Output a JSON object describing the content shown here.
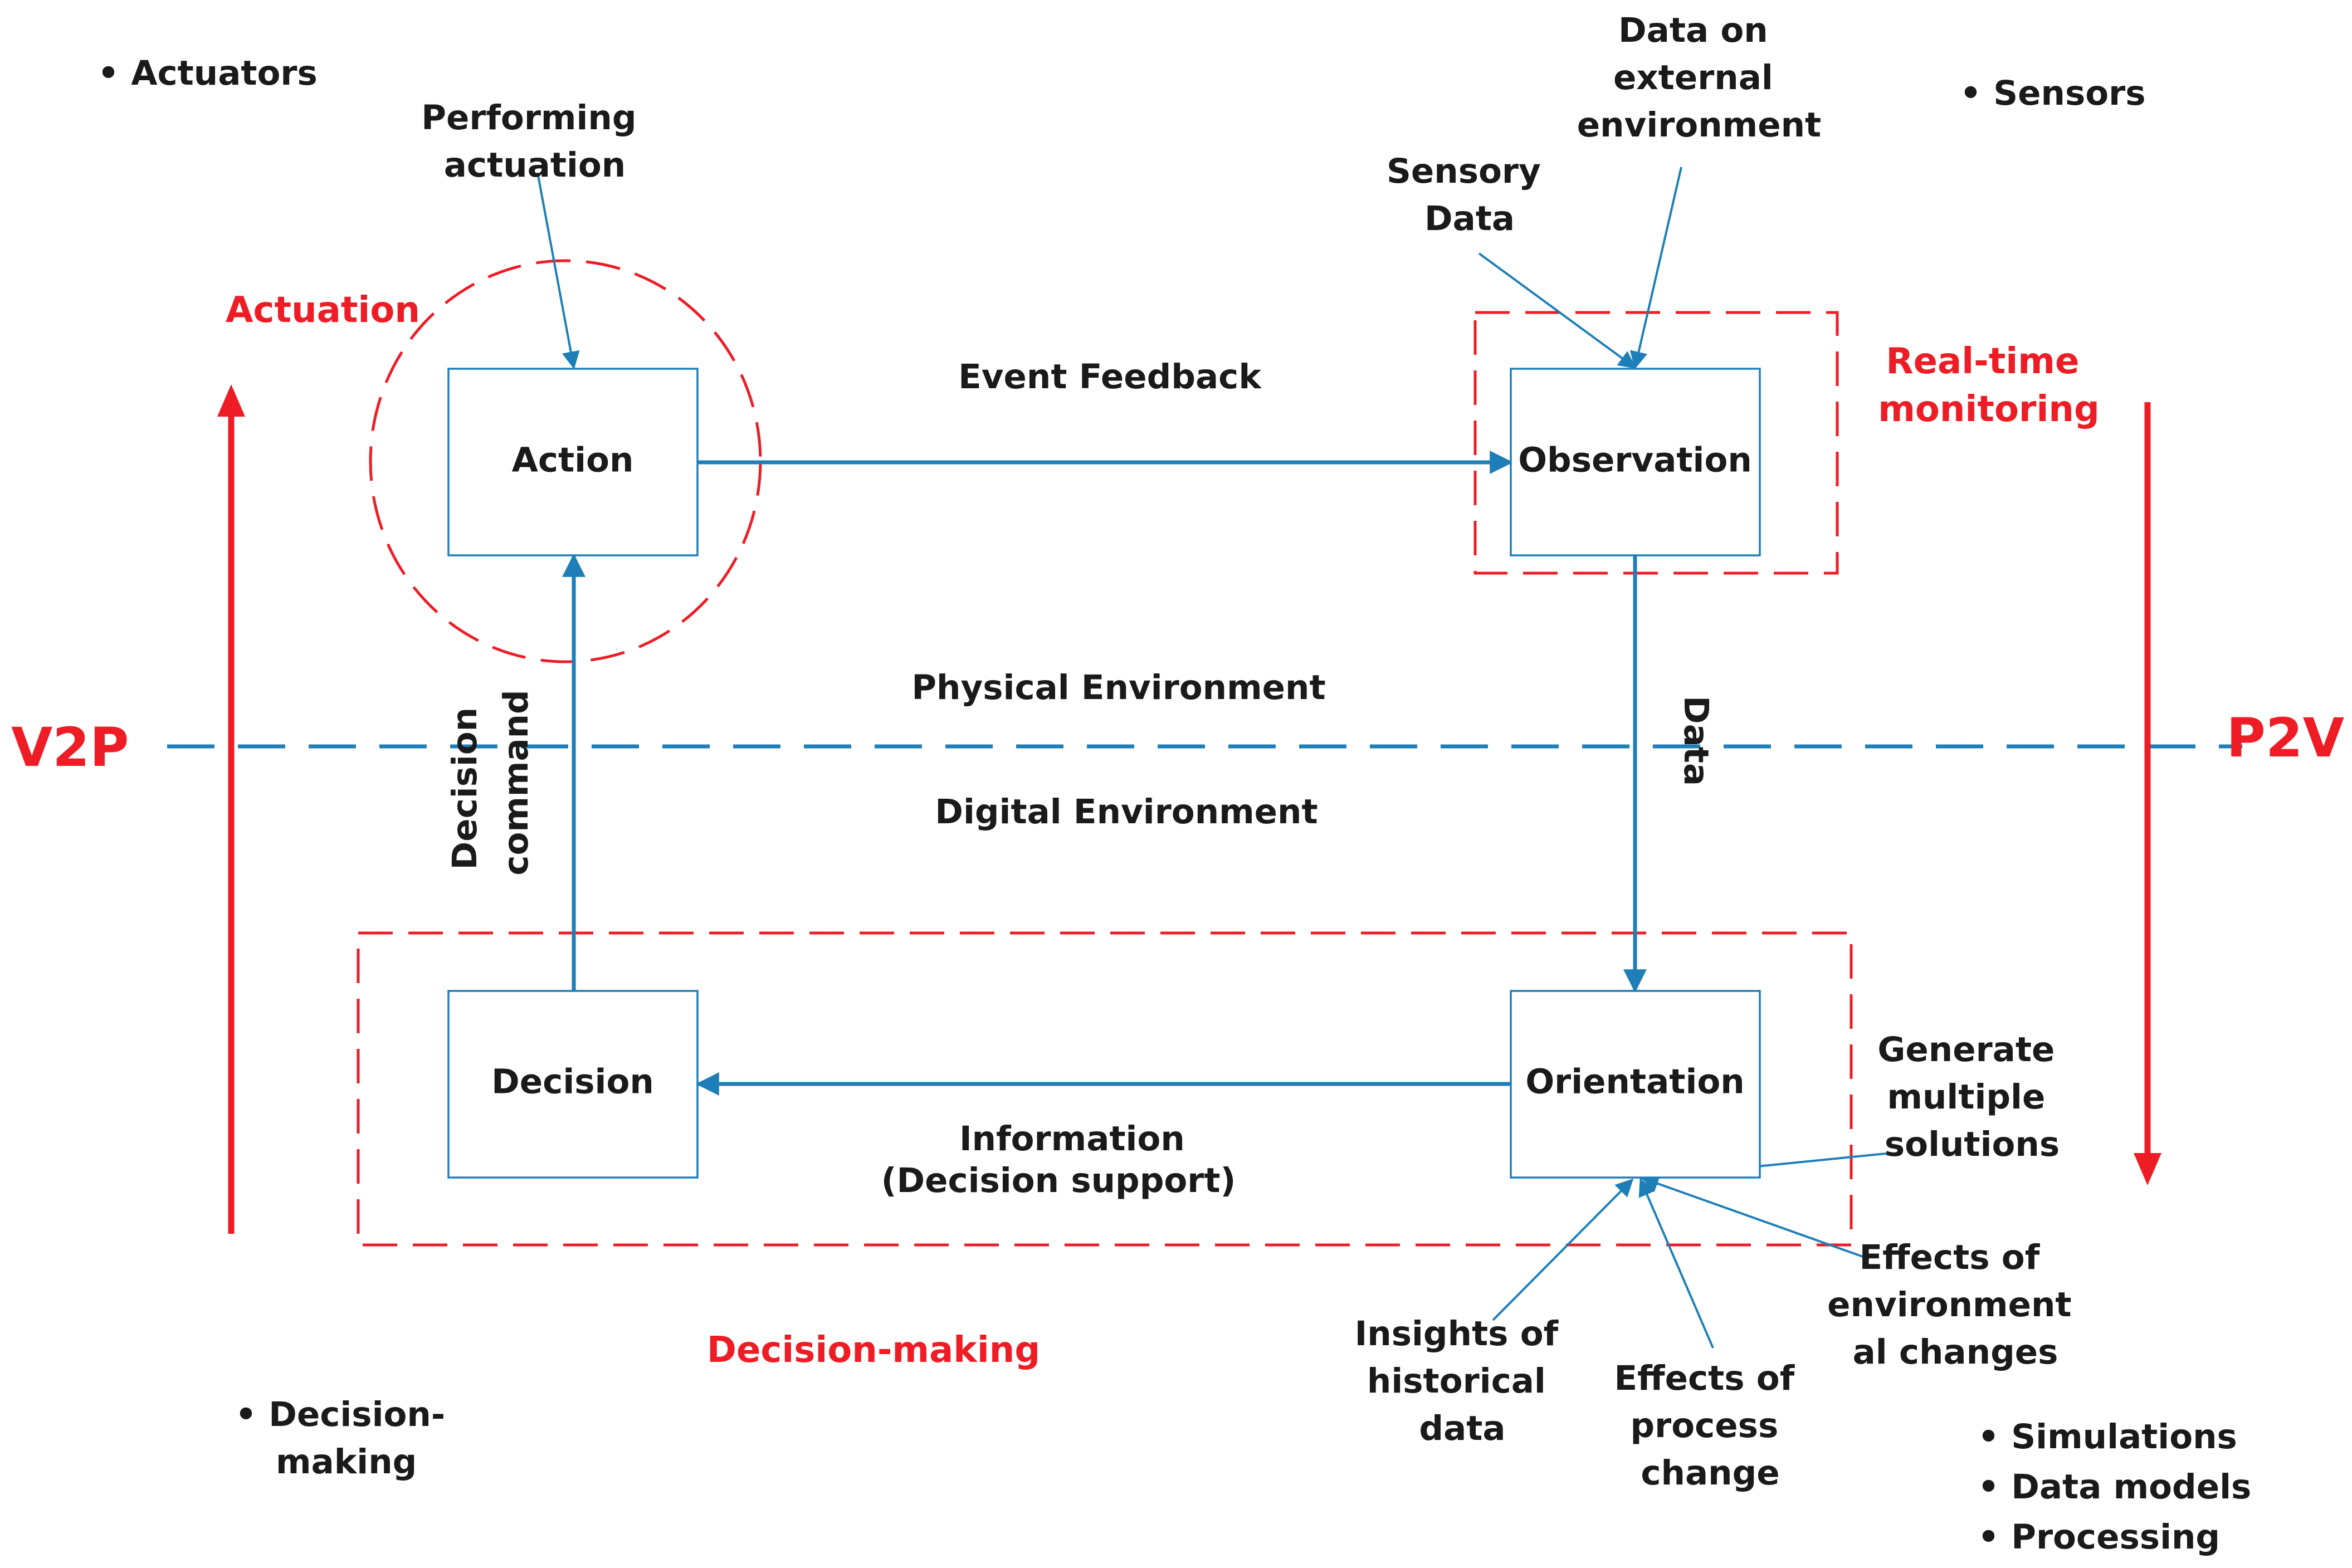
{
  "nodes": {
    "action": "Action",
    "observation": "Observation",
    "decision": "Decision",
    "orientation": "Orientation"
  },
  "corner_lists": {
    "top_left": [
      "Actuators"
    ],
    "top_right": [
      "Sensors"
    ],
    "bottom_left": [
      "Decision-",
      "making"
    ],
    "bottom_right": [
      "Simulations",
      "Data models",
      "Processing"
    ]
  },
  "stage_labels": {
    "actuation": "Actuation",
    "real_time_monitoring": [
      "Real-time",
      "monitoring"
    ],
    "decision_making": "Decision-making"
  },
  "environments": {
    "physical": "Physical Environment",
    "digital": "Digital Environment"
  },
  "directions": {
    "v2p": "V2P",
    "p2v": "P2V"
  },
  "edge_labels": {
    "event_feedback": "Event Feedback",
    "information": [
      "Information",
      "(Decision support)"
    ],
    "decision_command": [
      "Decision",
      "command"
    ],
    "data": "Data"
  },
  "inputs": {
    "performing_actuation": [
      "Performing",
      "actuation"
    ],
    "sensory_data": [
      "Sensory",
      "Data"
    ],
    "external_env_data": [
      "Data on",
      "external",
      "environment"
    ],
    "generate_solutions": [
      "Generate",
      "multiple",
      "solutions"
    ],
    "insights_historical": [
      "Insights of",
      "historical",
      "data"
    ],
    "effects_process": [
      "Effects of",
      "process",
      "change"
    ],
    "effects_environment": [
      "Effects of",
      "environment",
      "al changes"
    ]
  },
  "colors": {
    "flow_blue": "#1e7fb8",
    "accent_red": "#ee1c25",
    "text": "#1a1a1a"
  }
}
